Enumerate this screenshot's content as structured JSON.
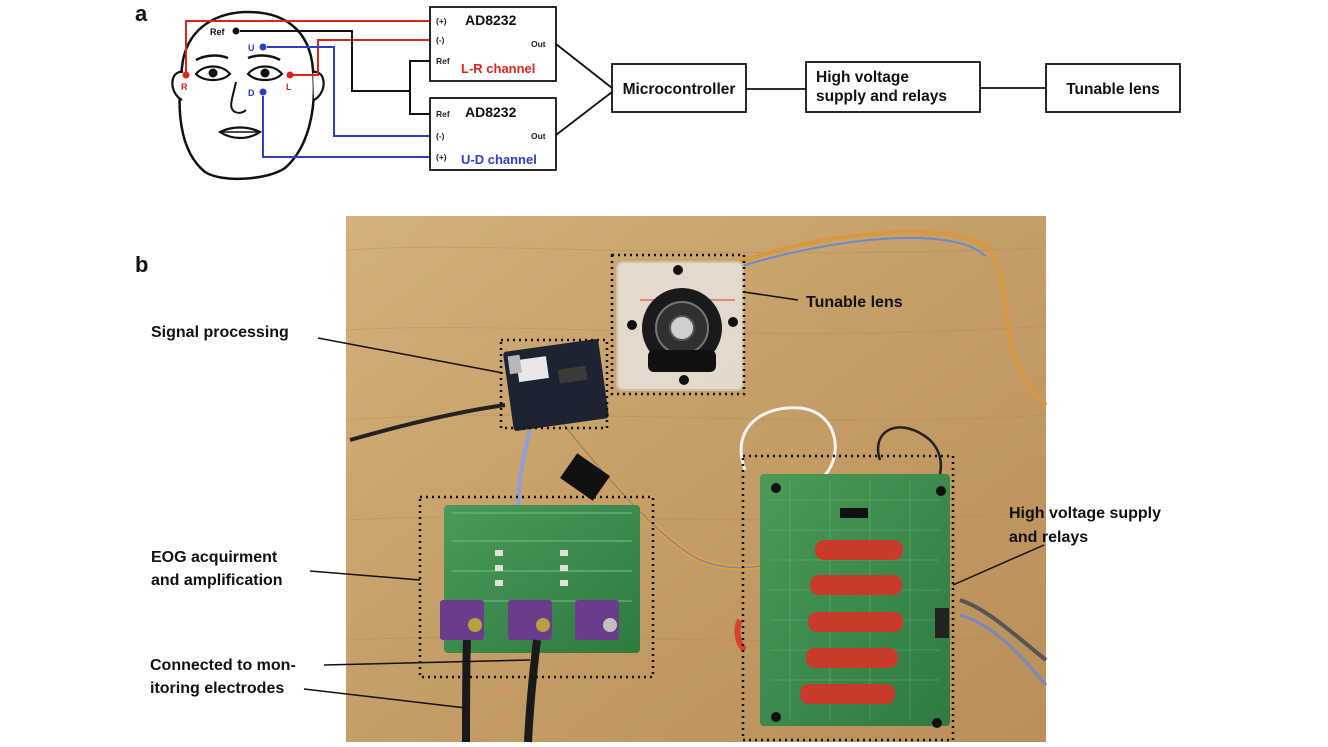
{
  "panels": {
    "a": "a",
    "b": "b"
  },
  "head": {
    "ref_label": "Ref",
    "u_label": "U",
    "d_label": "D",
    "r_label": "R",
    "l_label": "L"
  },
  "amp_lr": {
    "title": "AD8232",
    "pin_plus": "(+)",
    "pin_minus": "(-)",
    "pin_ref": "Ref",
    "pin_out": "Out",
    "channel": "L-R channel"
  },
  "amp_ud": {
    "title": "AD8232",
    "pin_ref": "Ref",
    "pin_minus": "(-)",
    "pin_plus": "(+)",
    "pin_out": "Out",
    "channel": "U-D channel"
  },
  "blocks": {
    "microcontroller": "Microcontroller",
    "hv_line1": "High voltage",
    "hv_line2": "supply and relays",
    "lens": "Tunable lens"
  },
  "callouts": {
    "tunable_lens": "Tunable lens",
    "signal_processing": "Signal processing",
    "eog_line1": "EOG acquirment",
    "eog_line2": "and amplification",
    "conn_line1": "Connected to mon-",
    "conn_line2": "itoring electrodes",
    "hv_line1": "High voltage supply",
    "hv_line2": "and relays"
  },
  "colors": {
    "red_wire": "#d8261c",
    "blue_wire": "#2d3fc4",
    "board_green": "#3f8a4c",
    "resistor_red": "#c93a2a",
    "table_wood": "#c8a36e"
  }
}
